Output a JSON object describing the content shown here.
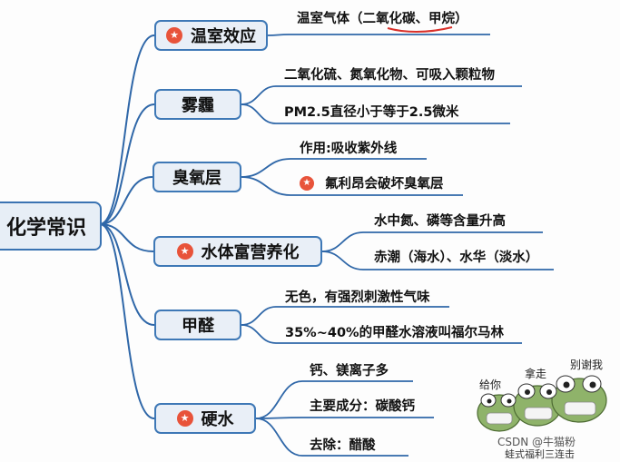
{
  "root": {
    "label": "化学常识"
  },
  "colors": {
    "line": "#2f67a8",
    "node_fill": "#e9eff7",
    "star": "#e8533a",
    "underline": "#d9302a"
  },
  "categories": [
    {
      "label": "温室效应",
      "starred": true,
      "children": [
        {
          "text": "温室气体（二氧化碳、甲烷）",
          "starred": false
        }
      ]
    },
    {
      "label": "雾霾",
      "starred": false,
      "children": [
        {
          "text": "二氧化硫、氮氧化物、可吸入颗粒物",
          "starred": false
        },
        {
          "text": "PM2.5直径小于等于2.5微米",
          "starred": false
        }
      ]
    },
    {
      "label": "臭氧层",
      "starred": false,
      "children": [
        {
          "text": "作用:吸收紫外线",
          "starred": false
        },
        {
          "text": "氟利昂会破坏臭氧层",
          "starred": true
        }
      ]
    },
    {
      "label": "水体富营养化",
      "starred": true,
      "children": [
        {
          "text": "水中氮、磷等含量升高",
          "starred": false
        },
        {
          "text": "赤潮（海水）、水华（淡水）",
          "starred": false
        }
      ]
    },
    {
      "label": "甲醛",
      "starred": false,
      "children": [
        {
          "text": "无色，有强烈刺激性气味",
          "starred": false
        },
        {
          "text": "35%~40%的甲醛水溶液叫福尔马林",
          "starred": false
        }
      ]
    },
    {
      "label": "硬水",
      "starred": true,
      "children": [
        {
          "text": "钙、镁离子多",
          "starred": false
        },
        {
          "text": "主要成分：碳酸钙",
          "starred": false
        },
        {
          "text": "去除：醋酸",
          "starred": false
        }
      ]
    }
  ],
  "sticker": {
    "bubble_1": "给你",
    "bubble_2": "拿走",
    "bubble_3": "别谢我",
    "caption": "蛙式福利三连击"
  },
  "watermark": "CSDN @牛猫粉"
}
